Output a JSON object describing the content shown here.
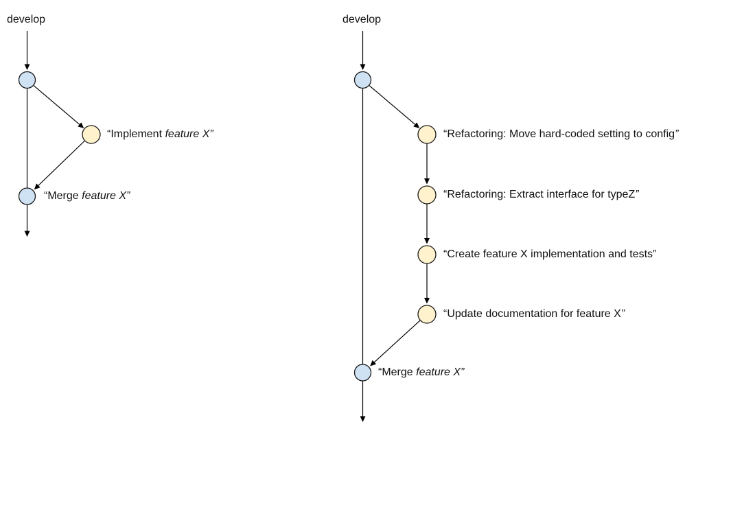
{
  "colors": {
    "develop_commit_fill": "#cfe2f3",
    "feature_commit_fill": "#fff2cc"
  },
  "left_diagram": {
    "branch_label": "develop",
    "commits": [
      {
        "pre": "“Implement ",
        "em": "feature X”"
      },
      {
        "pre": "“Merge ",
        "em": "feature X”"
      }
    ]
  },
  "right_diagram": {
    "branch_label": "develop",
    "commits": [
      {
        "pre": "“Refactoring: Move hard-coded setting to config",
        "em": "”"
      },
      {
        "pre": "“Refactoring: Extract interface for typeZ",
        "em": "”"
      },
      {
        "pre": "“Create feature X implementation and tests”",
        "em": ""
      },
      {
        "pre": "“Update documentation for feature X",
        "em": "”"
      },
      {
        "pre": "“Merge ",
        "em": "feature X”"
      }
    ]
  }
}
